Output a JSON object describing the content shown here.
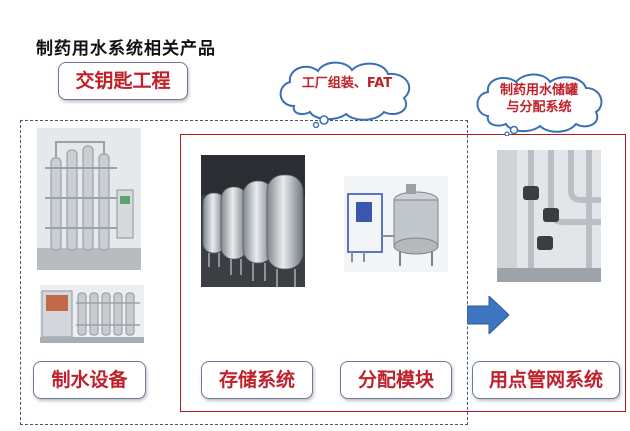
{
  "title": "制药用水系统相关产品",
  "turnkey_label": "交钥匙工程",
  "callouts": {
    "factory": "工厂组装、FAT",
    "storage_line1": "制药用水储罐",
    "storage_line2": "与分配系统"
  },
  "labels": {
    "water_equipment": "制水设备",
    "storage_system": "存储系统",
    "distribution_module": "分配模块",
    "pipe_network": "用点管网系统"
  },
  "colors": {
    "label_text": "#c0202a",
    "red_frame": "#b31b22",
    "dashed_frame": "#3d5a78",
    "arrow": "#3f74c0"
  },
  "icons": {
    "arrow": "right-arrow-icon"
  }
}
